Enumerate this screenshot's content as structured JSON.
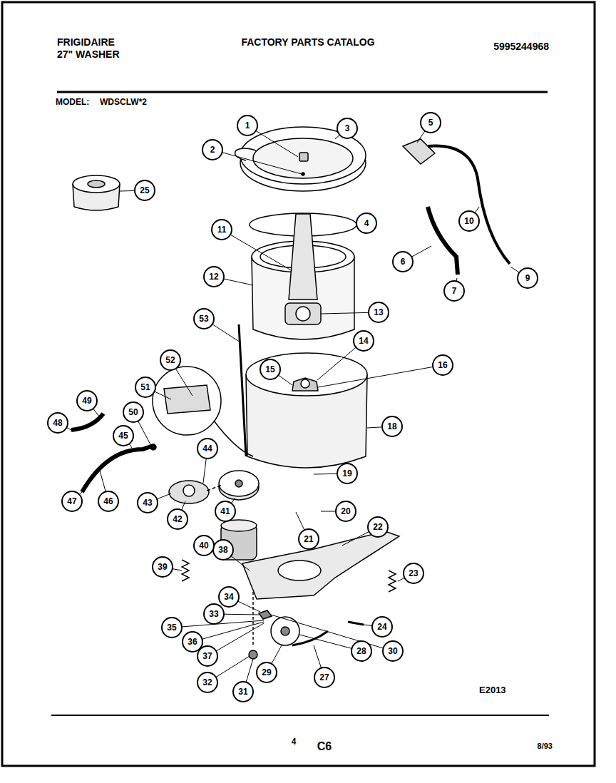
{
  "diagram": {
    "title": "FACTORY PARTS CATALOG",
    "labels": [
      "FRIGIDAIRE",
      "27\" WASHER",
      "5995244968",
      "MODEL:",
      "WDSCLW*2",
      "1",
      "2",
      "3",
      "4",
      "5",
      "6",
      "7",
      "9",
      "10",
      "11",
      "12",
      "13",
      "14",
      "15",
      "16",
      "18",
      "19",
      "20",
      "21",
      "22",
      "23",
      "24",
      "25",
      "27",
      "28",
      "29",
      "30",
      "31",
      "32",
      "33",
      "34",
      "35",
      "36",
      "37",
      "38",
      "39",
      "40",
      "41",
      "42",
      "43",
      "44",
      "45",
      "46",
      "47",
      "48",
      "49",
      "50",
      "51",
      "52",
      "53",
      "E2013",
      "4",
      "C6",
      "8/93"
    ]
  }
}
